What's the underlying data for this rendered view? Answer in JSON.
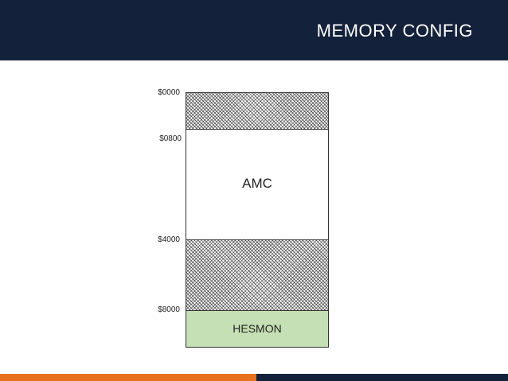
{
  "slide": {
    "title": "MEMORY CONFIG"
  },
  "colors": {
    "header": "#14213a",
    "footer_left": "#e8711f",
    "footer_right": "#14213a",
    "hesmon_fill": "#c5e0b4"
  },
  "memory_map": {
    "addresses": [
      "$0000",
      "$0800",
      "$4000",
      "$8000"
    ],
    "blocks": [
      {
        "label": "",
        "pattern": "hatched"
      },
      {
        "label": "AMC",
        "pattern": "empty"
      },
      {
        "label": "",
        "pattern": "hatched"
      },
      {
        "label": "HESMON",
        "pattern": "green"
      }
    ]
  }
}
